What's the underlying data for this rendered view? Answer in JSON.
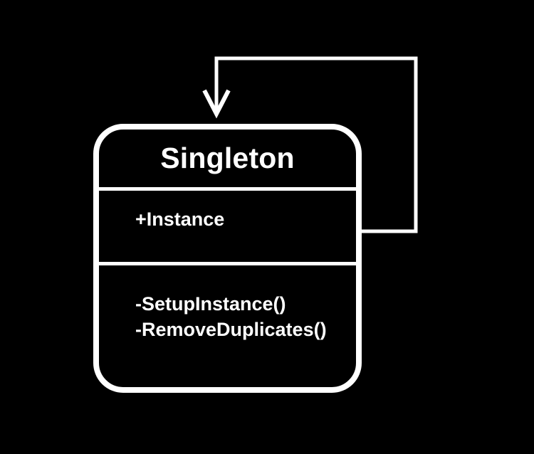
{
  "diagram": {
    "type": "uml-class-diagram",
    "background_color": "#000000",
    "stroke_color": "#ffffff",
    "class": {
      "name": "Singleton",
      "attributes": [
        {
          "visibility": "+",
          "label": "+Instance"
        }
      ],
      "operations": [
        {
          "visibility": "-",
          "label": "-SetupInstance()"
        },
        {
          "visibility": "-",
          "label": "-RemoveDuplicates()"
        }
      ]
    },
    "relationships": [
      {
        "kind": "self-association",
        "arrowhead": "open-v",
        "from": "Singleton",
        "to": "Singleton"
      }
    ]
  }
}
